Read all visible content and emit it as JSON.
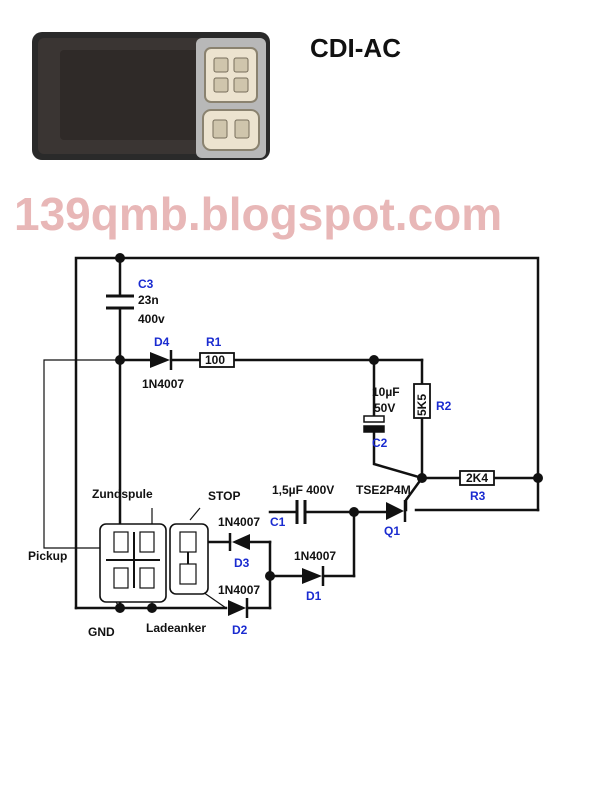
{
  "title": "CDI-AC",
  "watermark": "139qmb.blogspot.com",
  "components": {
    "c3": {
      "ref": "C3",
      "value_line1": "23n",
      "value_line2": "400v"
    },
    "d4": {
      "ref": "D4",
      "part": "1N4007"
    },
    "r1": {
      "ref": "R1",
      "value": "100"
    },
    "c2": {
      "ref": "C2",
      "value_line1": "10µF",
      "value_line2": "50V"
    },
    "r2": {
      "ref": "R2",
      "value": "5K5"
    },
    "r3": {
      "ref": "R3",
      "value": "2K4"
    },
    "c1": {
      "ref": "C1",
      "value": "1,5µF 400V"
    },
    "q1": {
      "ref": "Q1",
      "part": "TSE2P4M"
    },
    "d3": {
      "ref": "D3",
      "part": "1N4007"
    },
    "d1": {
      "ref": "D1",
      "part": "1N4007"
    },
    "d2": {
      "ref": "D2",
      "part": "1N4007"
    }
  },
  "connector_labels": {
    "zundspule": "Zundspule",
    "stop": "STOP",
    "pickup": "Pickup",
    "gnd": "GND",
    "ladeanker": "Ladeanker"
  },
  "colors": {
    "label_blue": "#1a2bd0",
    "watermark": "#e8b7b7",
    "wire": "#111111"
  }
}
